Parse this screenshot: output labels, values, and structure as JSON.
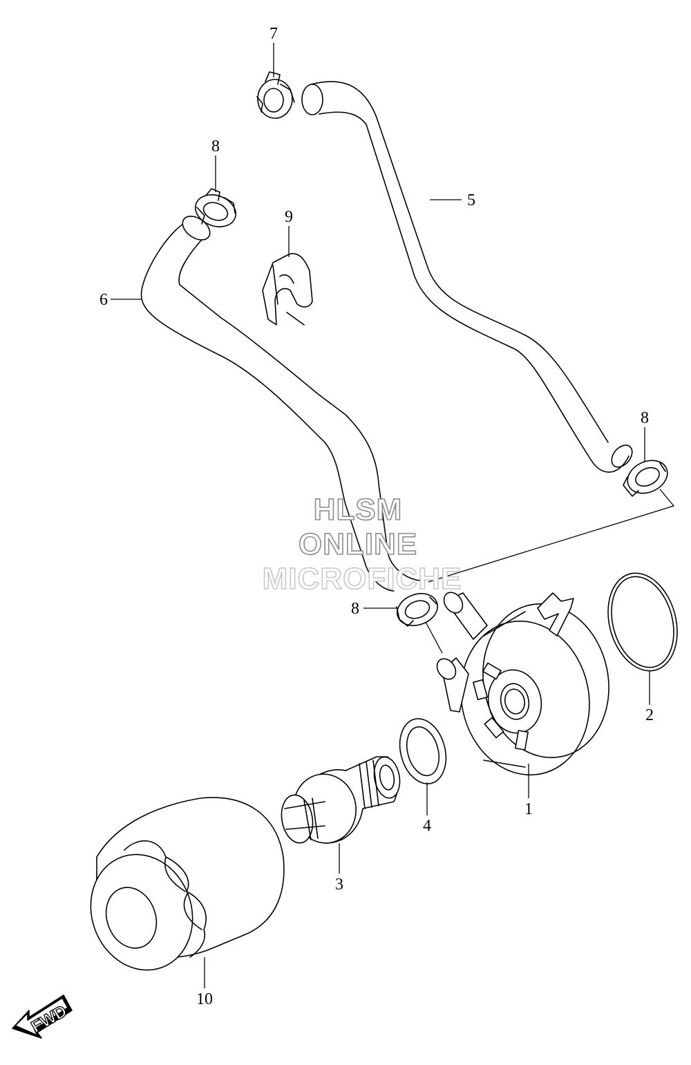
{
  "callouts": {
    "c1": "1",
    "c2": "2",
    "c3": "3",
    "c4": "4",
    "c5": "5",
    "c6": "6",
    "c7": "7",
    "c8a": "8",
    "c8b": "8",
    "c8c": "8",
    "c9": "9",
    "c10": "10"
  },
  "watermark": {
    "line1": "HLSM",
    "line2": "ONLINE",
    "line3": "MICROFICHE"
  },
  "fwd_label": "FWD"
}
